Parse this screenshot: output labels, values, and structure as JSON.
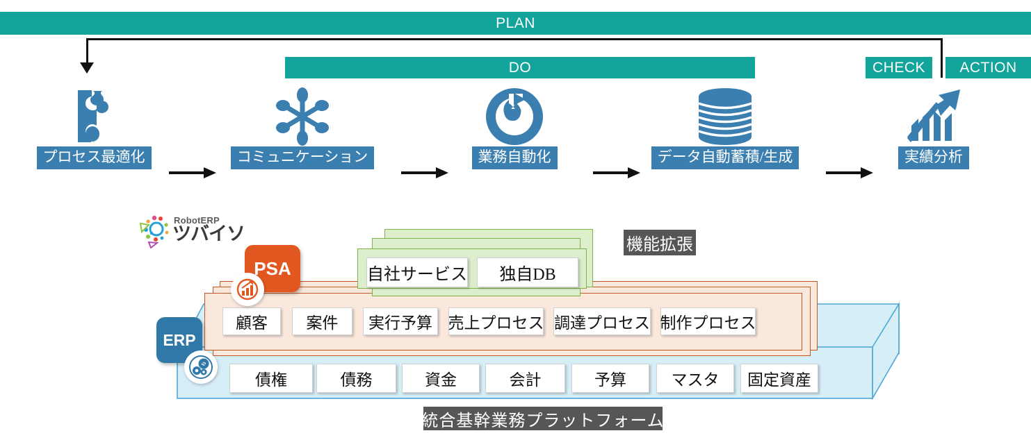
{
  "pdca": {
    "plan": "PLAN",
    "do": "DO",
    "check": "CHECK",
    "action": "ACTION"
  },
  "steps": [
    {
      "label": "プロセス最適化",
      "icon": "puzzle-piece-icon"
    },
    {
      "label": "コミュニケーション",
      "icon": "network-nodes-icon"
    },
    {
      "label": "業務自動化",
      "icon": "circular-refresh-icon"
    },
    {
      "label": "データ自動蓄積/生成",
      "icon": "database-stack-icon"
    },
    {
      "label": "実績分析",
      "icon": "bar-chart-growth-icon"
    }
  ],
  "logo": {
    "top": "RobotERP",
    "main": "ツバイソ",
    "mark": "dot-cluster-logo-icon"
  },
  "badges": {
    "psa": "PSA",
    "psa_icon": "chart-circle-icon",
    "erp": "ERP",
    "erp_icon": "gears-money-icon"
  },
  "labels": {
    "extension": "機能拡張",
    "platform": "統合基幹業務プラットフォーム"
  },
  "layers": {
    "green": {
      "chips": [
        "自社サービス",
        "独自DB"
      ]
    },
    "orange": {
      "chips": [
        "顧客",
        "案件",
        "実行予算",
        "売上プロセス",
        "調達プロセス",
        "制作プロセス"
      ]
    },
    "blue": {
      "chips": [
        "債権",
        "債務",
        "資金",
        "会計",
        "予算",
        "マスタ",
        "固定資産"
      ]
    }
  },
  "colors": {
    "teal": "#12a39a",
    "step_blue": "#3b7fb0",
    "icon_blue": "#3b7fb0",
    "orange": "#e2571f",
    "orange_fill": "#fae8dd",
    "green_fill": "#ddeecd",
    "green_border": "#7cb342",
    "blue_fill": "#d6eef7",
    "blue_border": "#4ea6d4",
    "erp_blue": "#2f78a8",
    "gray_label": "#565656"
  }
}
